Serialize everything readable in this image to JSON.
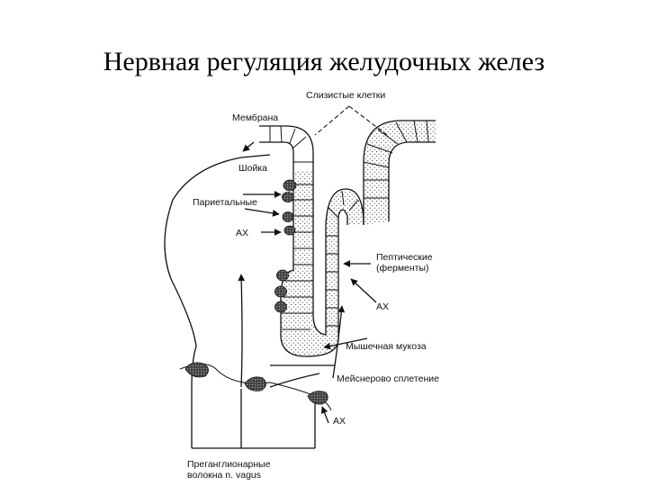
{
  "title": "Нервная регуляция желудочных желез",
  "diagram": {
    "labels": {
      "mucous_cells": "Слизистые клетки",
      "membrane": "Мембрана",
      "neck": "Шойка",
      "parietal": "Париетальные",
      "ach_left": "АХ",
      "peptic_line1": "Пептические",
      "peptic_line2": "(ферменты)",
      "ach_right": "АХ",
      "muscularis": "Мышечная мукоза",
      "meissner": "Мейснерово сплетение",
      "ach_bottom": "АХ",
      "preganglionic_line1": "Преганглионарные",
      "preganglionic_line2": "волокна n. vagus"
    }
  }
}
